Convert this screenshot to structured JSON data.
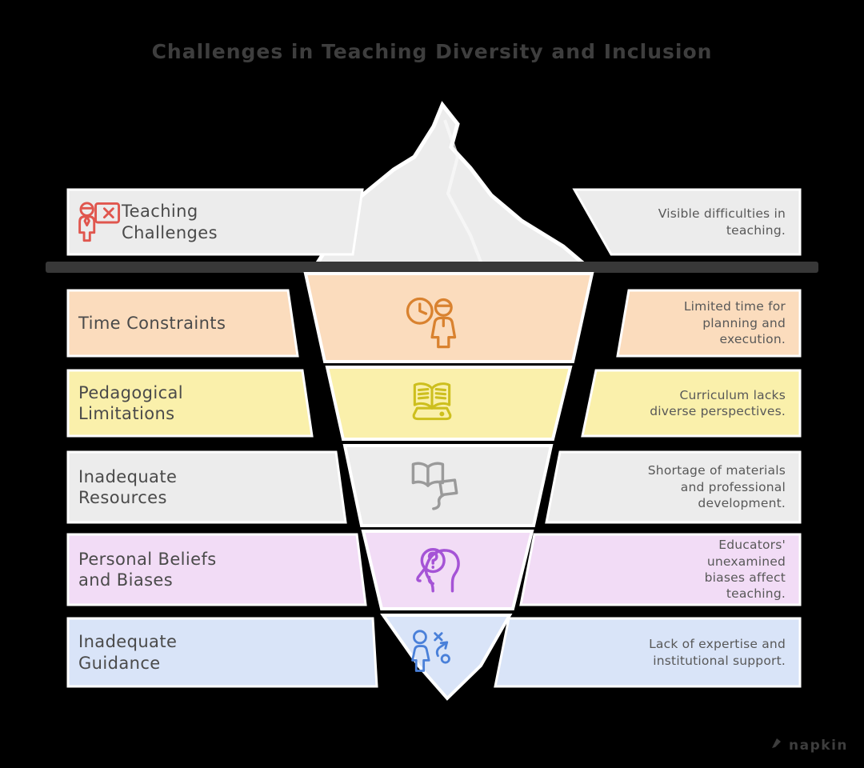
{
  "title": "Challenges in Teaching Diversity and Inclusion",
  "watermark": {
    "label": "napkin",
    "logo_icon": "pen-nib-icon"
  },
  "colors": {
    "background": "#000000",
    "waterline": "#383838",
    "title_text": "#3e3e3e",
    "label_text": "#4a4a4a",
    "iceberg_tip": "#ececec",
    "outline": "#ffffff"
  },
  "rows": [
    {
      "label": "Teaching Challenges",
      "desc": "Visible difficulties in teaching.",
      "box_color": "#ececec",
      "icon_color": "#e0564e",
      "icon": "teacher-board-x-icon"
    },
    {
      "label": "Time Constraints",
      "desc": "Limited time for planning and execution.",
      "box_color": "#fbdcbd",
      "icon_color": "#d9822f",
      "icon": "clock-person-icon"
    },
    {
      "label": "Pedagogical Limitations",
      "desc": "Curriculum lacks diverse perspectives.",
      "box_color": "#faf0ab",
      "icon_color": "#cdbf1e",
      "icon": "open-book-icon"
    },
    {
      "label": "Inadequate Resources",
      "desc": "Shortage of materials and professional development.",
      "box_color": "#ececec",
      "icon_color": "#9a9a9a",
      "icon": "book-chat-icon"
    },
    {
      "label": "Personal Beliefs and Biases",
      "desc": "Educators' unexamined biases affect teaching.",
      "box_color": "#f2dcf6",
      "icon_color": "#a553d6",
      "icon": "head-question-icon"
    },
    {
      "label": "Inadequate Guidance",
      "desc": "Lack of expertise and institutional support.",
      "box_color": "#d9e4f8",
      "icon_color": "#4a80d9",
      "icon": "person-strategy-icon"
    }
  ]
}
